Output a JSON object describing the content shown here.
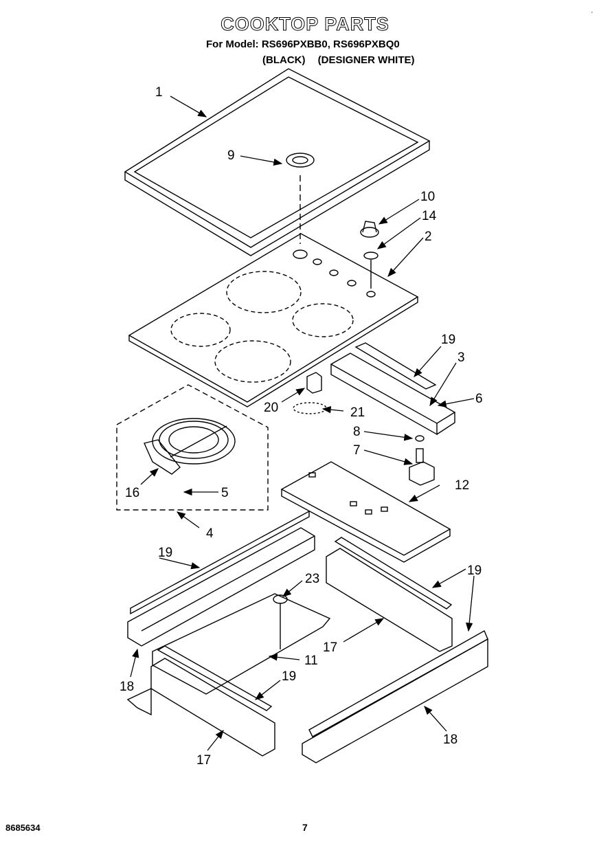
{
  "header": {
    "title": "COOKTOP PARTS",
    "model_line": "For Model: RS696PXBB0, RS696PXBQ0",
    "variant_black": "(BLACK)",
    "variant_white": "(DESIGNER WHITE)"
  },
  "footer": {
    "doc_number": "8685634",
    "page_number": "7"
  },
  "callouts": [
    "1",
    "2",
    "3",
    "4",
    "5",
    "6",
    "7",
    "8",
    "9",
    "10",
    "11",
    "12",
    "14",
    "16",
    "17",
    "17",
    "18",
    "18",
    "19",
    "19",
    "19",
    "19",
    "20",
    "21",
    "23"
  ],
  "mark": "·"
}
